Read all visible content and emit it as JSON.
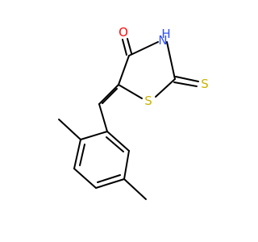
{
  "molecule": {
    "atoms": {
      "oxygen": {
        "label": "O",
        "color": "#ff0d0d"
      },
      "nh": {
        "label": "N",
        "h_label": "H",
        "color": "#3050f8"
      },
      "ring_sulfur": {
        "label": "S",
        "color": "#c8b400"
      },
      "thione_sulfur": {
        "label": "S",
        "color": "#c8b400"
      }
    },
    "bond_color": "#000000"
  }
}
